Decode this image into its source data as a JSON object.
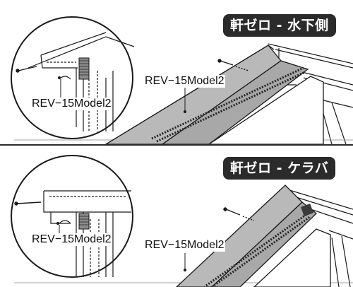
{
  "top_panel": {
    "title": "軒ゼロ - 水下側",
    "callout_inset": "REV−15Model2",
    "callout_main": "REV−15Model2"
  },
  "bottom_panel": {
    "title": "軒ゼロ - ケラバ",
    "callout_inset": "REV−15Model2",
    "callout_main": "REV−15Model2"
  },
  "colors": {
    "badge_bg": "#2b2b2b",
    "vent_gray": "#b9b9b9",
    "line": "#1a1a1a"
  }
}
